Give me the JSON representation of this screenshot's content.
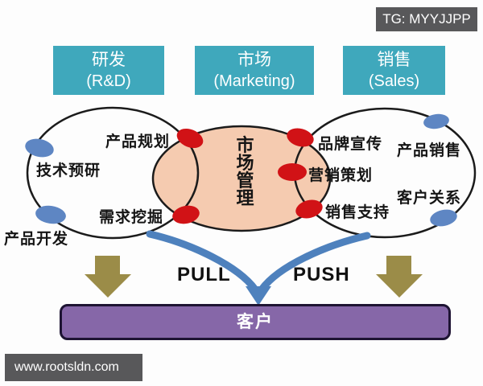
{
  "colors": {
    "teal_box": "#3FA8BC",
    "peach_fill": "#F5CBB0",
    "outline": "#1B1B1B",
    "red_dot": "#D11216",
    "blue_dot": "#5E86C3",
    "olive_arrow": "#9B8C48",
    "steel_arrow": "#4E81BD",
    "purple_bar": "#8667A8",
    "badge_gray": "#58585A"
  },
  "badge": {
    "text": "TG: MYYJJPP"
  },
  "departments": [
    {
      "zh": "研发",
      "en": "(R&D)"
    },
    {
      "zh": "市场",
      "en": "(Marketing)"
    },
    {
      "zh": "销售",
      "en": "(Sales)"
    }
  ],
  "venn": {
    "center_label": "市场管理",
    "rd": {
      "planning": "产品规划",
      "research": "技术预研",
      "mining": "需求挖掘",
      "development": "产品开发"
    },
    "marketing": {
      "brand": "品牌宣传",
      "campaign": "营销策划",
      "support": "销售支持"
    },
    "sales": {
      "selling": "产品销售",
      "relations": "客户关系"
    }
  },
  "flow": {
    "pull": "PULL",
    "push": "PUSH"
  },
  "customer": {
    "label": "客户"
  },
  "watermark": {
    "text": "www.rootsldn.com"
  }
}
